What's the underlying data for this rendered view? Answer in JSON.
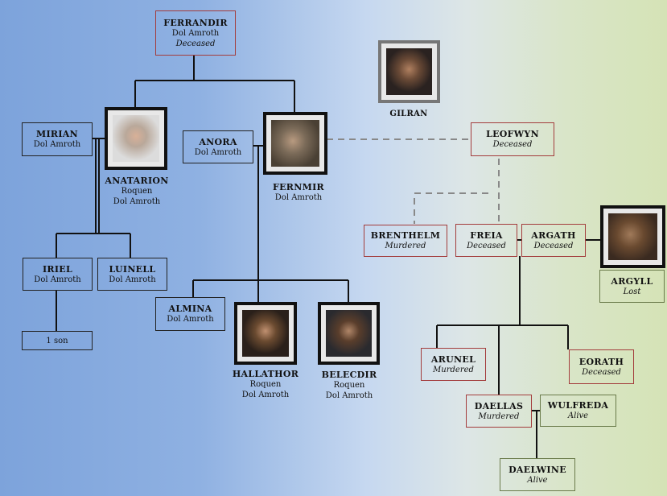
{
  "people": {
    "ferrandir": {
      "name": "FERRANDIR",
      "place": "Dol Amroth",
      "status": "Deceased"
    },
    "gilran": {
      "name": "GILRAN"
    },
    "mirian": {
      "name": "MIRIAN",
      "place": "Dol Amroth"
    },
    "anatarion": {
      "name": "ANATARION",
      "title": "Roquen",
      "place": "Dol Amroth"
    },
    "anora": {
      "name": "ANORA",
      "place": "Dol Amroth"
    },
    "fernmir": {
      "name": "FERNMIR",
      "place": "Dol Amroth"
    },
    "leofwyn": {
      "name": "LEOFWYN",
      "status": "Deceased"
    },
    "brenthelm": {
      "name": "BRENTHELM",
      "status": "Murdered"
    },
    "freia": {
      "name": "FREIA",
      "status": "Deceased"
    },
    "argath": {
      "name": "ARGATH",
      "status": "Deceased"
    },
    "argyll": {
      "name": "ARGYLL",
      "status": "Lost"
    },
    "iriel": {
      "name": "IRIEL",
      "place": "Dol Amroth"
    },
    "luinell": {
      "name": "LUINELL",
      "place": "Dol Amroth"
    },
    "son": {
      "label": "1 son"
    },
    "almina": {
      "name": "ALMINA",
      "place": "Dol Amroth"
    },
    "hallathor": {
      "name": "HALLATHOR",
      "title": "Roquen",
      "place": "Dol Amroth"
    },
    "belecdir": {
      "name": "BELECDIR",
      "title": "Roquen",
      "place": "Dol Amroth"
    },
    "arunel": {
      "name": "ARUNEL",
      "status": "Murdered"
    },
    "eorath": {
      "name": "EORATH",
      "status": "Deceased"
    },
    "daellas": {
      "name": "DAELLAS",
      "status": "Murdered"
    },
    "wulfreda": {
      "name": "WULFREDA",
      "status": "Alive"
    },
    "daelwine": {
      "name": "DAELWINE",
      "status": "Alive"
    }
  }
}
